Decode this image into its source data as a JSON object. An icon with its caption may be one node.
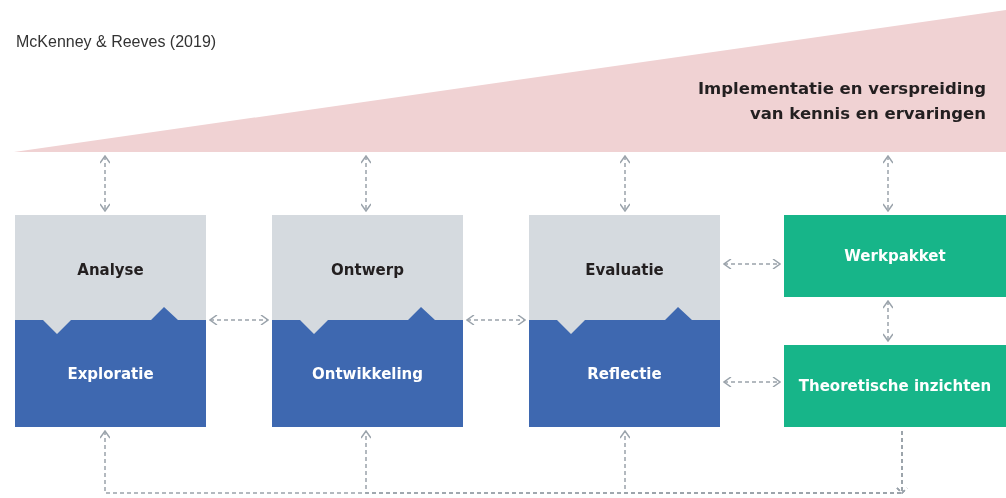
{
  "diagram": {
    "nodes": [
      {
        "text": [
          "Implementatie en verspreiding van kennis en ervaringen"
        ]
      },
      {
        "text": [],
        "shape": "box"
      },
      {
        "text": [
          "Analyse"
        ],
        "in": 1
      },
      {
        "text": [
          "Exploratie"
        ],
        "in": 1
      },
      {
        "text": [],
        "shape": "box"
      },
      {
        "text": [
          "Ontwerp"
        ],
        "in": 4
      },
      {
        "text": [
          "Ontwikkeling"
        ],
        "in": 4
      },
      {
        "text": [],
        "shape": "box"
      },
      {
        "text": [
          "Evaluatie"
        ],
        "in": 7
      },
      {
        "text": [
          "Reflectie"
        ],
        "in": 7
      },
      {
        "text": [
          "Werkpakket"
        ]
      },
      {
        "text": [
          "Theoretische inzichten"
        ]
      }
    ],
    "edges": [
      {
        "from": 0,
        "to": 1,
        "arrow": "both",
        "style": "dashed"
      },
      {
        "from": 0,
        "to": 4,
        "arrow": "both",
        "style": "dashed"
      },
      {
        "from": 0,
        "to": 7,
        "arrow": "both",
        "style": "dashed"
      },
      {
        "from": 0,
        "to": 10,
        "arrow": "both",
        "style": "dashed"
      },
      {
        "from": 1,
        "to": 4,
        "arrow": "both",
        "style": "dashed"
      },
      {
        "from": 4,
        "to": 7,
        "arrow": "both",
        "style": "dashed"
      },
      {
        "from": 7,
        "to": 10,
        "arrow": "both",
        "style": "dashed"
      },
      {
        "from": 9,
        "to": 11,
        "arrow": "both",
        "style": "dashed"
      },
      {
        "from": 10,
        "to": 11,
        "arrow": "both",
        "style": "dashed"
      },
      {
        "from": 11,
        "to": 1,
        "arrow": "to",
        "style": "dashed"
      },
      {
        "from": 11,
        "to": 4,
        "arrow": "to",
        "style": "dashed"
      },
      {
        "from": 11,
        "to": 7,
        "arrow": "to",
        "style": "dashed"
      }
    ],
    "labels": [
      "McKenney & Reeves (2019)"
    ]
  }
}
